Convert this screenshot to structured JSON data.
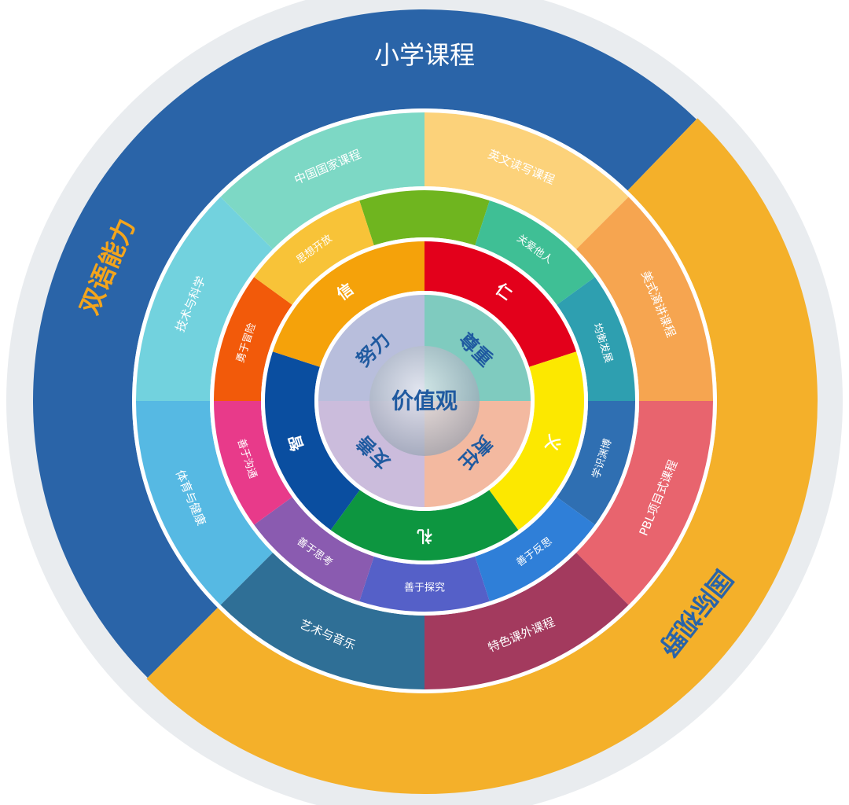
{
  "outer_ring": [
    {
      "label": "小学课程",
      "color": "#2a64a8",
      "text_color": "#ffffff",
      "start": 225,
      "end": 404,
      "label_angle": 0
    },
    {
      "label": "双语能力",
      "color": "#2a64a8",
      "text_color": "#f4a51c",
      "start": 225,
      "end": 404,
      "label_angle": 293
    },
    {
      "label": "国际视野",
      "color": "#f4b02a",
      "text_color": "#2a64a8",
      "start": 44,
      "end": 225,
      "label_angle": 128
    }
  ],
  "curriculum_ring": [
    {
      "label": "英文读写课程",
      "color": "#fcd27a"
    },
    {
      "label": "美式演讲课程",
      "color": "#f6a550"
    },
    {
      "label": "PBL项目式课程",
      "color": "#e8646e"
    },
    {
      "label": "特色课外课程",
      "color": "#a33a5e"
    },
    {
      "label": "艺术与音乐",
      "color": "#2f6f96"
    },
    {
      "label": "体育与健康",
      "color": "#56b9e3"
    },
    {
      "label": "技术与科学",
      "color": "#72d2de"
    },
    {
      "label": "中国国家课程",
      "color": "#7dd8c5"
    }
  ],
  "competency_ring": [
    {
      "label": "",
      "color": "#6fb51f"
    },
    {
      "label": "关爱他人",
      "color": "#3fbf95"
    },
    {
      "label": "均衡发展",
      "color": "#2e9fb0"
    },
    {
      "label": "学识渊博",
      "color": "#2f6fb2"
    },
    {
      "label": "善于反思",
      "color": "#2f7fd8"
    },
    {
      "label": "善于探究",
      "color": "#5560c8"
    },
    {
      "label": "善于思考",
      "color": "#8a5bb0"
    },
    {
      "label": "善于沟通",
      "color": "#e83a8a"
    },
    {
      "label": "勇于冒险",
      "color": "#f25a0a"
    },
    {
      "label": "思想开放",
      "color": "#f8c338"
    }
  ],
  "virtue_ring": [
    {
      "label": "仁",
      "color": "#e3001b"
    },
    {
      "label": "义",
      "color": "#fce800"
    },
    {
      "label": "礼",
      "color": "#0d9640"
    },
    {
      "label": "智",
      "color": "#0a4ea0"
    },
    {
      "label": "信",
      "color": "#f5a20a"
    }
  ],
  "center": {
    "title": "价值观",
    "text_color": "#1f5aa0",
    "quadrants": [
      {
        "label": "尊重",
        "color": "#7fcbbf"
      },
      {
        "label": "责任",
        "color": "#f3b9a0"
      },
      {
        "label": "友善",
        "color": "#cbbcdc"
      },
      {
        "label": "努力",
        "color": "#b8bedc"
      }
    ]
  }
}
